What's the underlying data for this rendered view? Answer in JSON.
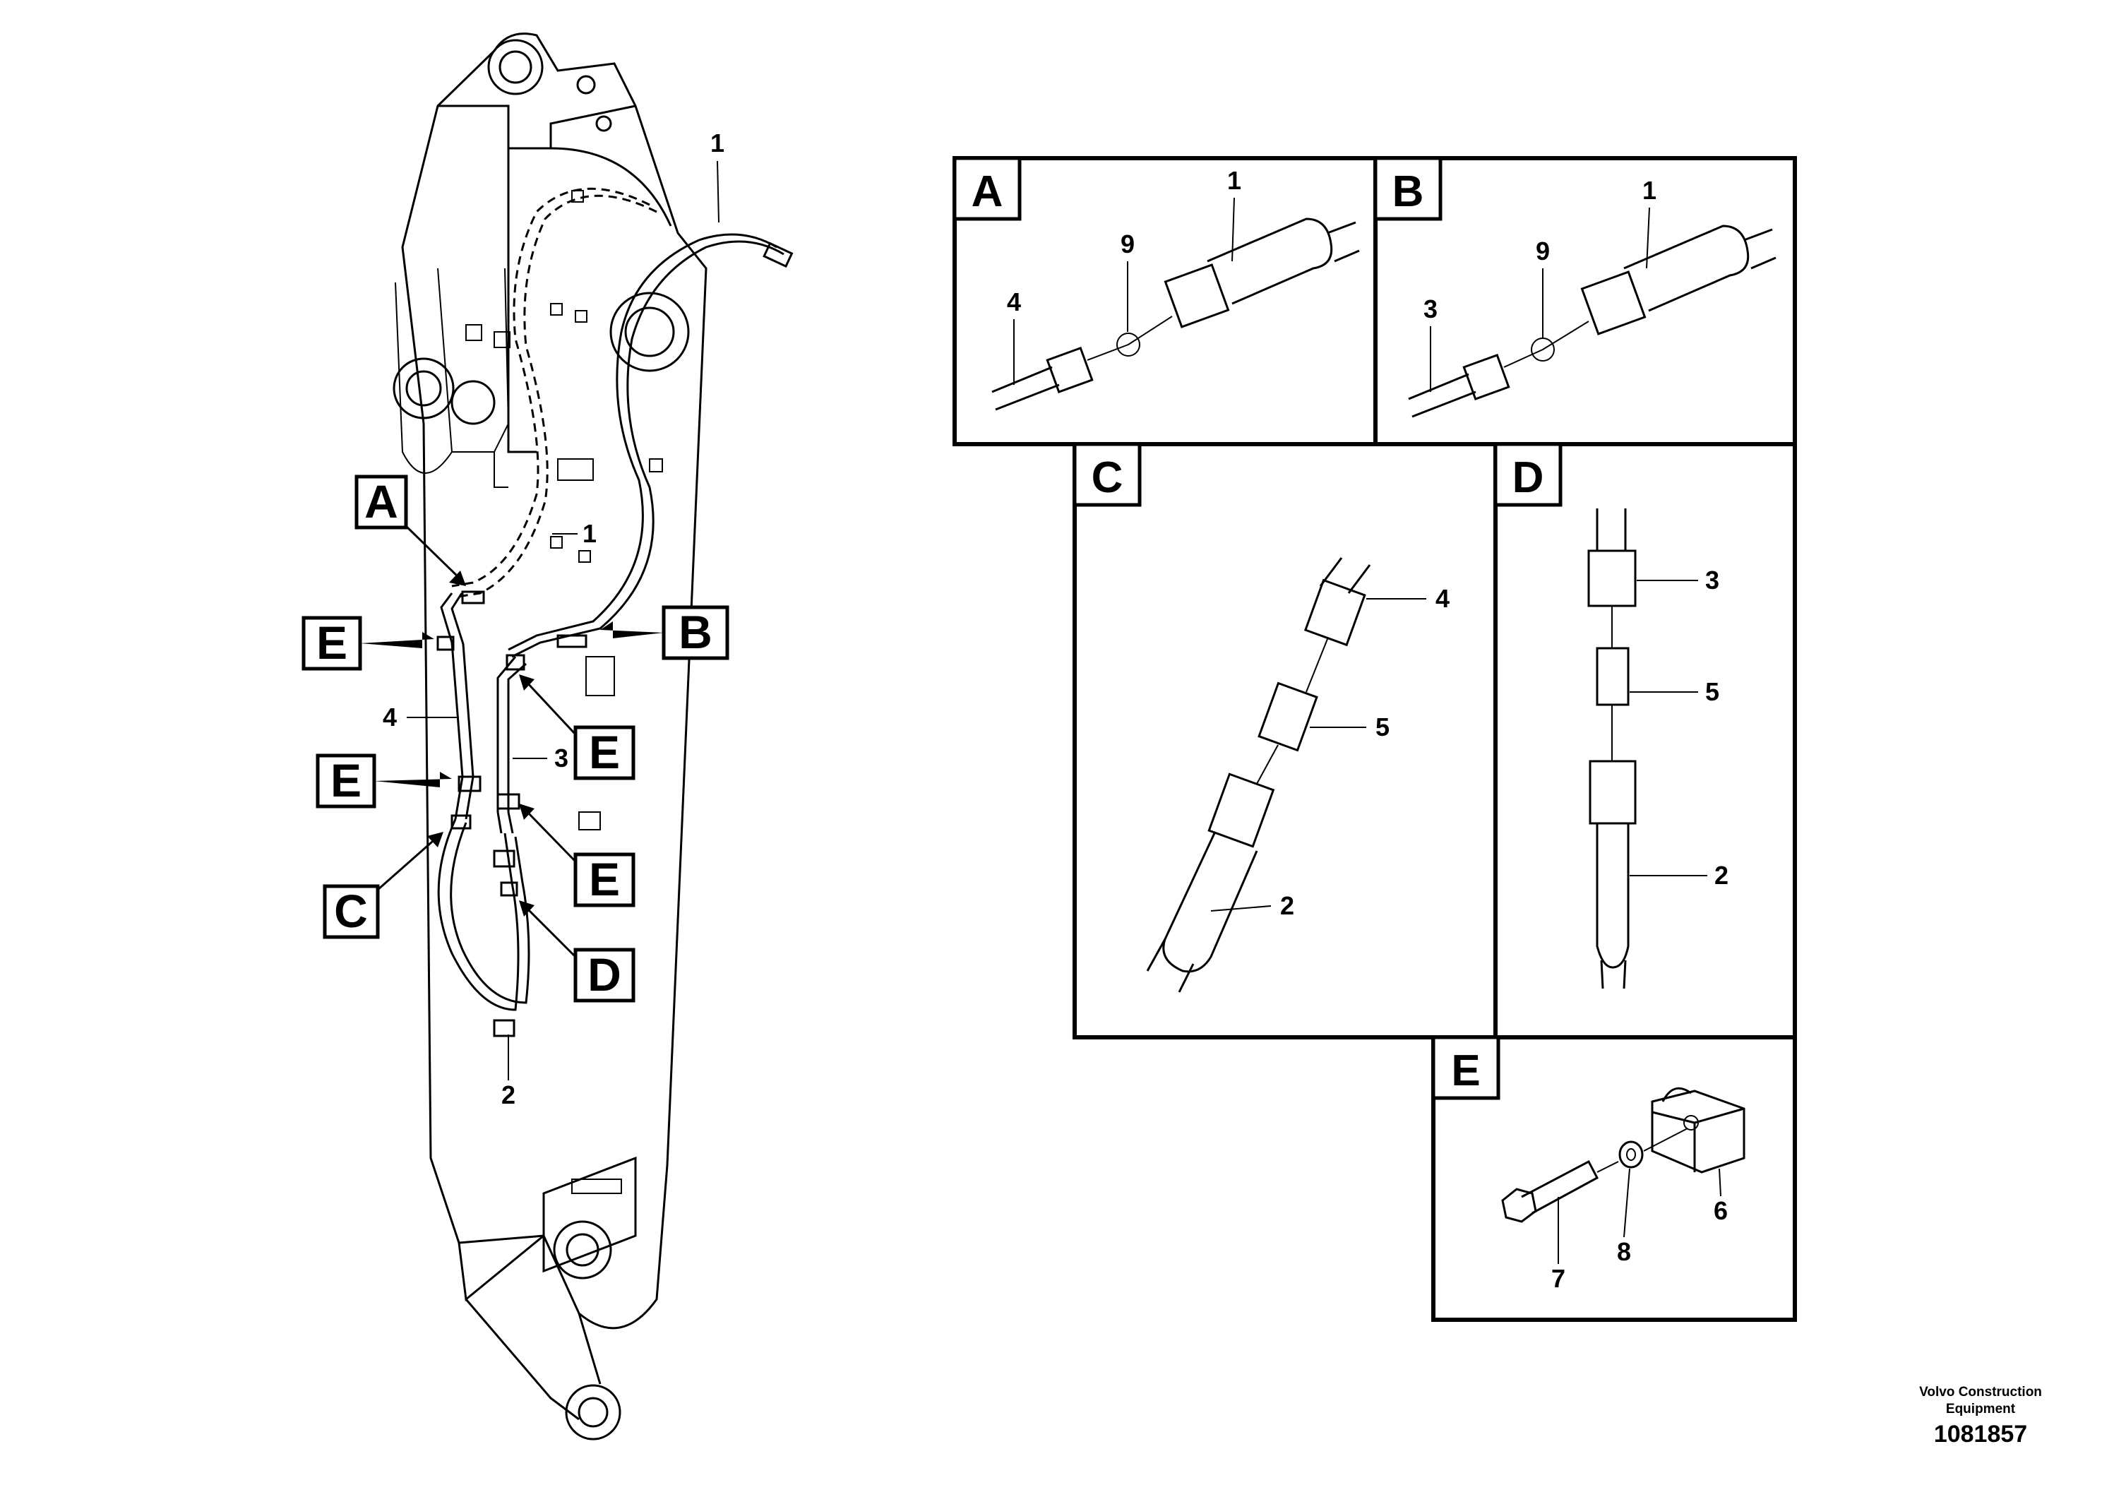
{
  "callouts": {
    "boom": {
      "n1_top": "1",
      "n1_mid": "1",
      "n2": "2",
      "n3": "3",
      "n4": "4",
      "A": "A",
      "B": "B",
      "C": "C",
      "D": "D",
      "E1": "E",
      "E2": "E",
      "E3": "E",
      "E4": "E"
    },
    "panelA": {
      "title": "A",
      "n1": "1",
      "n9": "9",
      "n4": "4"
    },
    "panelB": {
      "title": "B",
      "n1": "1",
      "n9": "9",
      "n3": "3"
    },
    "panelC": {
      "title": "C",
      "n4": "4",
      "n5": "5",
      "n2": "2"
    },
    "panelD": {
      "title": "D",
      "n3": "3",
      "n5": "5",
      "n2": "2"
    },
    "panelE": {
      "title": "E",
      "n6": "6",
      "n7": "7",
      "n8": "8"
    }
  },
  "footer": {
    "brand_line1": "Volvo Construction",
    "brand_line2": "Equipment",
    "doc_number": "1081857"
  }
}
